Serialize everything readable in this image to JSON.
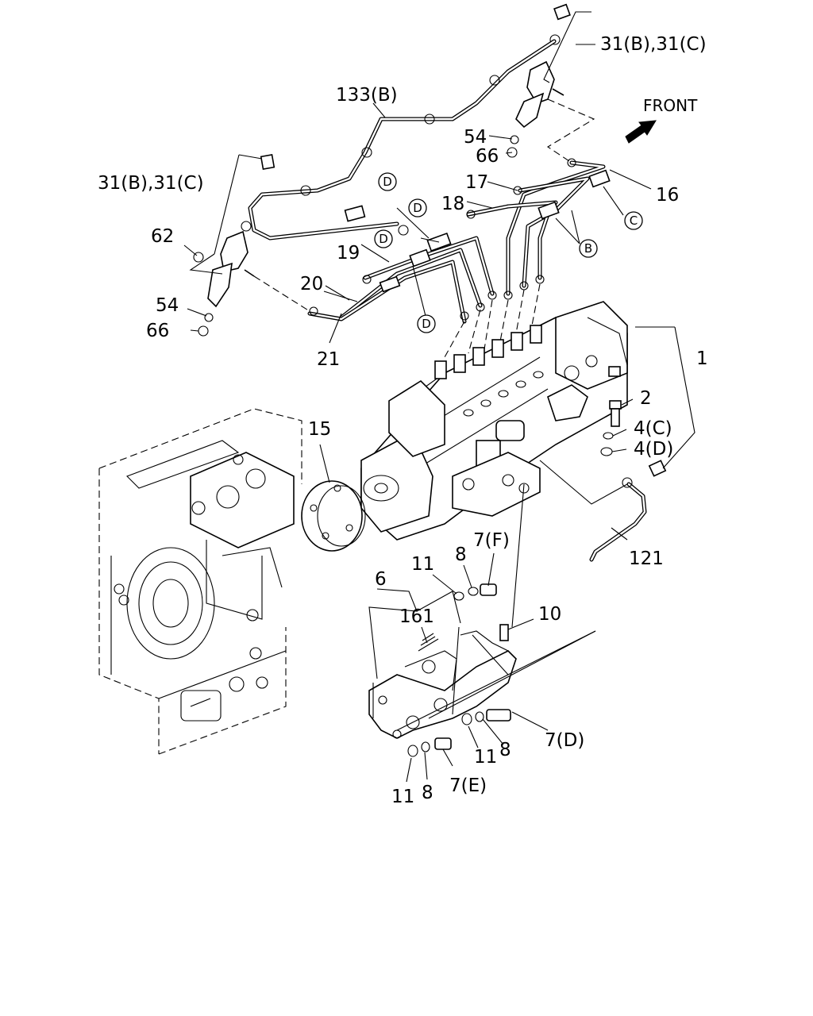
{
  "front_label": "FRONT",
  "callouts": {
    "c31_top": "31(B),31(C)",
    "c133b": "133(B)",
    "c54_top": "54",
    "c66_top": "66",
    "c17": "17",
    "c18": "18",
    "c16": "16",
    "c31_left": "31(B),31(C)",
    "c62": "62",
    "c19": "19",
    "c20": "20",
    "c54_left": "54",
    "c66_left": "66",
    "c21": "21",
    "c1": "1",
    "c2": "2",
    "c4c": "4(C)",
    "c4d": "4(D)",
    "c15": "15",
    "c121": "121",
    "c7f": "7(F)",
    "c11_top": "11",
    "c8_top": "8",
    "c6": "6",
    "c161": "161",
    "c10": "10",
    "c7d": "7(D)",
    "c8_mid": "8",
    "c11_mid": "11",
    "c7e": "7(E)",
    "c8_bot": "8",
    "c11_bot": "11"
  },
  "circle_labels": {
    "d1": "D",
    "d2": "D",
    "d3": "D",
    "d4": "D",
    "c": "C",
    "b": "B"
  },
  "icons": [
    "front-arrow-icon"
  ]
}
